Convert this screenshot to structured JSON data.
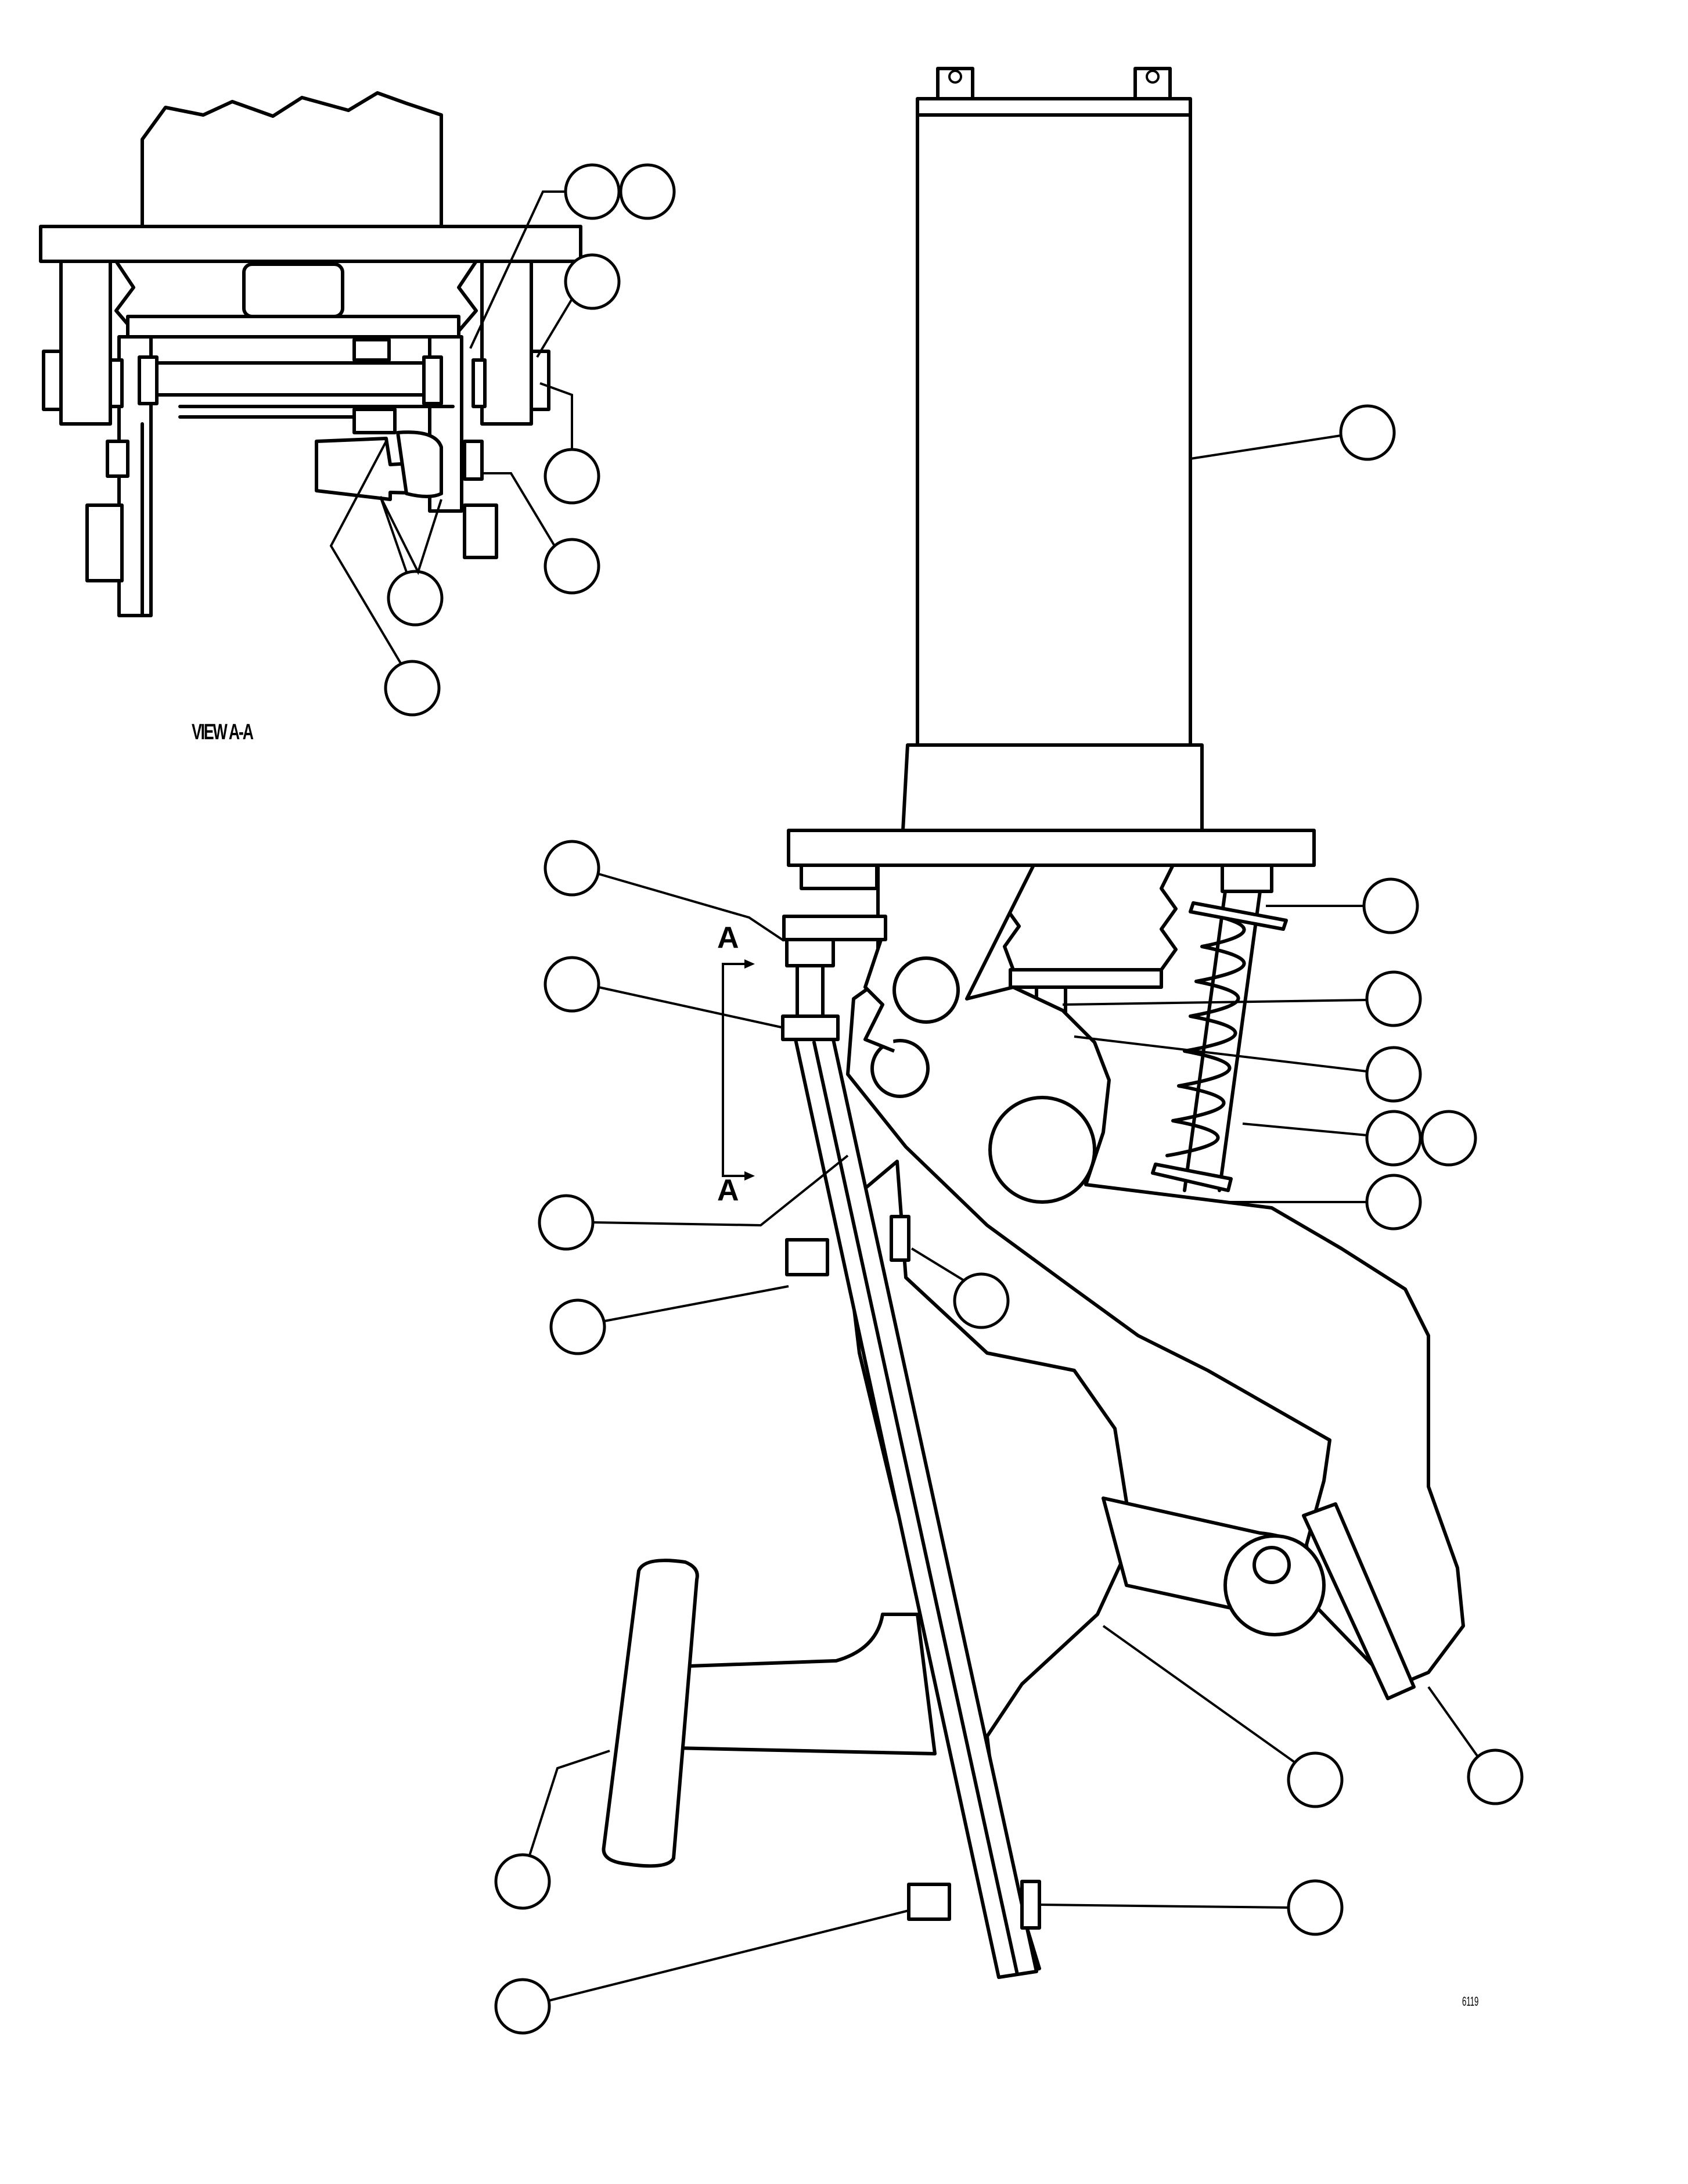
{
  "view_label": "VIEW A-A",
  "section_marker": {
    "top": "A",
    "bottom": "A"
  },
  "figure_number": "6119",
  "callout_count": 26
}
